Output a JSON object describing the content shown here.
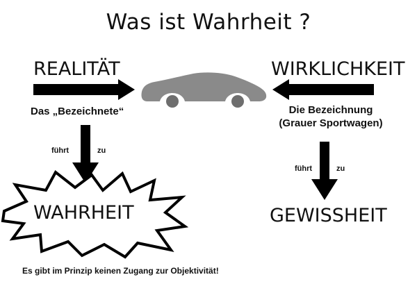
{
  "title": "Was ist Wahrheit ?",
  "left": {
    "heading": "REALITÄT",
    "caption": "Das „Bezeichnete“",
    "leads_word": "führt",
    "leads_to_word": "zu",
    "result": "WAHRHEIT",
    "footnote": "Es gibt im Prinzip keinen Zugang zur Objektivität!"
  },
  "right": {
    "heading": "WIRKLICHKEIT",
    "caption_line1": "Die Bezeichnung",
    "caption_line2": "(Grauer Sportwagen)",
    "leads_word": "führt",
    "leads_to_word": "zu",
    "result": "GEWISSHEIT"
  },
  "colors": {
    "arrow": "#000000",
    "car": "#8a8a8a",
    "text": "#111111"
  },
  "icons": {
    "center_object": "sports-car-silhouette-icon",
    "result_left_shape": "starburst-icon"
  }
}
